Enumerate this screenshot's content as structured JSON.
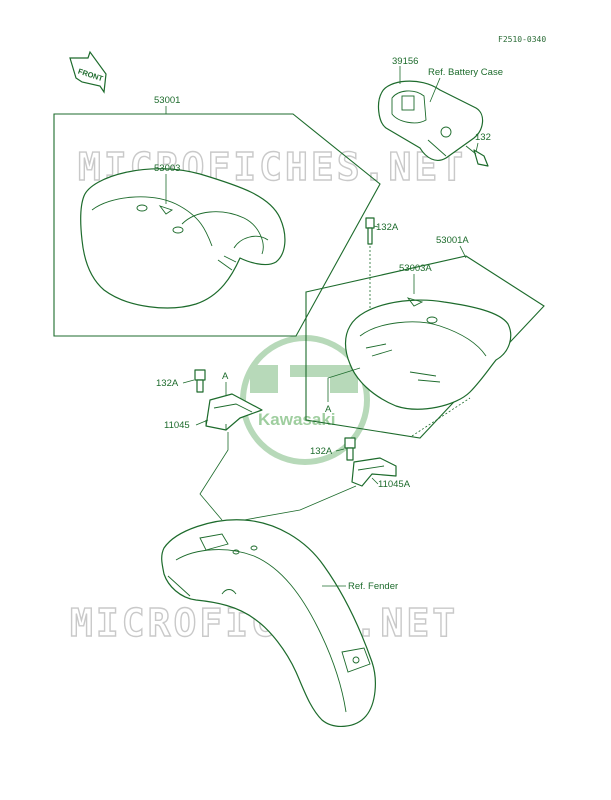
{
  "figure_code": "F2510-0340",
  "front_label": "FRONT",
  "watermark": "MICROFICHES.NET",
  "logo_text": "Kawasaki",
  "colors": {
    "line": "#1d6b2c",
    "watermark": "#c9c9c9",
    "logo": "#b7d9b9"
  },
  "parts": {
    "p39156": "39156",
    "ref_battery_case": "Ref. Battery Case",
    "p132": "132",
    "p53001": "53001",
    "p53003": "53003",
    "p132A_top": "132A",
    "p53001A": "53001A",
    "p53003A": "53003A",
    "p132A_left": "132A",
    "marker_a_top": "A",
    "marker_a_box": "A",
    "p11045": "11045",
    "p132A_right": "132A",
    "p11045A": "11045A",
    "ref_fender": "Ref. Fender"
  }
}
